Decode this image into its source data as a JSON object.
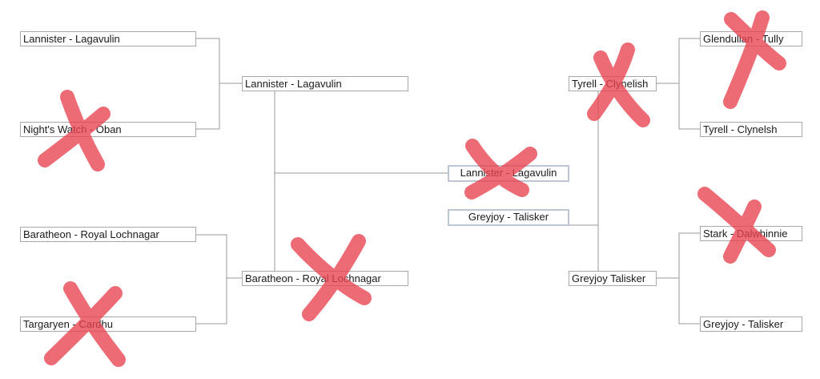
{
  "bracket": {
    "left": {
      "round1": [
        {
          "label": "Lannister - Lagavulin",
          "crossed": false
        },
        {
          "label": "Night's Watch - Oban",
          "crossed": true
        },
        {
          "label": "Baratheon - Royal Lochnagar",
          "crossed": false
        },
        {
          "label": "Targaryen - Cardhu",
          "crossed": true
        }
      ],
      "round2": [
        {
          "label": "Lannister - Lagavulin",
          "crossed": false
        },
        {
          "label": "Baratheon - Royal Lochnagar",
          "crossed": true
        }
      ]
    },
    "final": [
      {
        "label": "Lannister - Lagavulin",
        "crossed": true
      },
      {
        "label": "Greyjoy - Talisker",
        "crossed": false
      }
    ],
    "right": {
      "round2": [
        {
          "label": "Tyrell - Clynelish",
          "crossed": true
        },
        {
          "label": "Greyjoy Talisker",
          "crossed": false
        }
      ],
      "round1": [
        {
          "label": "Glendullan - Tully",
          "crossed": true
        },
        {
          "label": "Tyrell - Clynelsh",
          "crossed": false
        },
        {
          "label": "Stark - Dalwhinnie",
          "crossed": true
        },
        {
          "label": "Greyjoy - Talisker",
          "crossed": false
        }
      ]
    }
  },
  "colors": {
    "line": "#9a9a9a",
    "cross": "#e8424f"
  }
}
